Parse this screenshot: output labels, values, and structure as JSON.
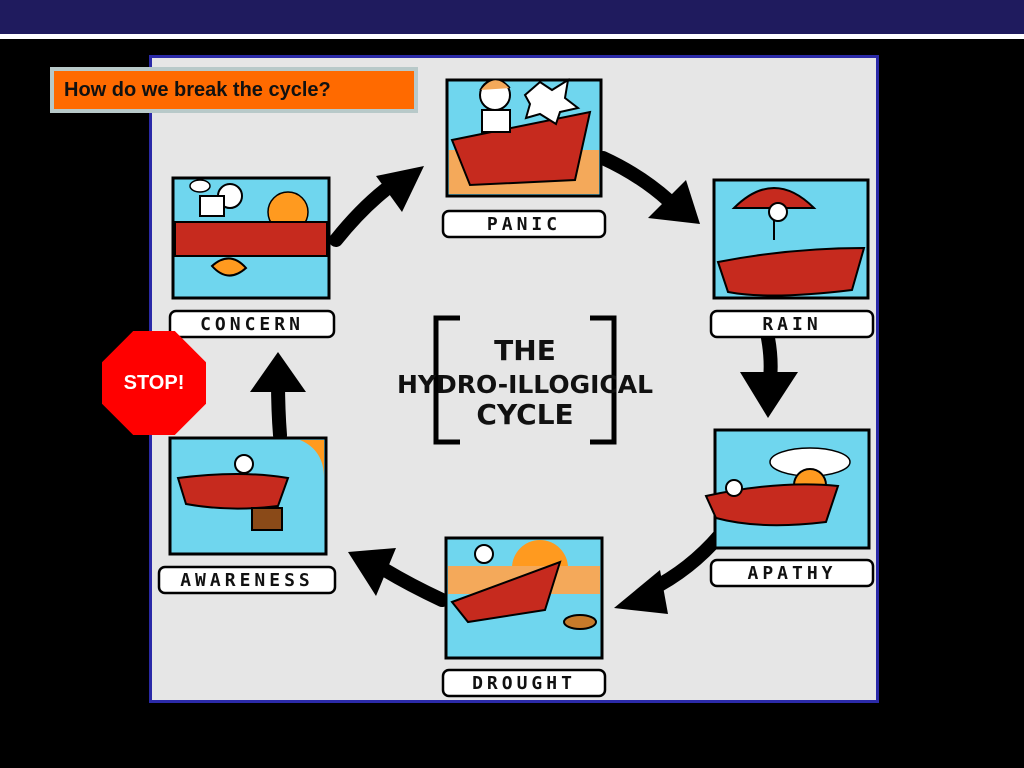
{
  "slide": {
    "question": "How do we break the cycle?",
    "stop_sign": "STOP!"
  },
  "diagram": {
    "title_lines": [
      "THE",
      "HYDRO-ILLOGICAL",
      "CYCLE"
    ],
    "stages": [
      {
        "label": "PANIC"
      },
      {
        "label": "RAIN"
      },
      {
        "label": "APATHY"
      },
      {
        "label": "DROUGHT"
      },
      {
        "label": "AWARENESS"
      },
      {
        "label": "CONCERN"
      }
    ],
    "colors": {
      "boat": "#c62a1e",
      "water": "#6fd6ee",
      "sand": "#f4a95a",
      "sun": "#ff9a1f",
      "arrow": "#000000"
    }
  }
}
